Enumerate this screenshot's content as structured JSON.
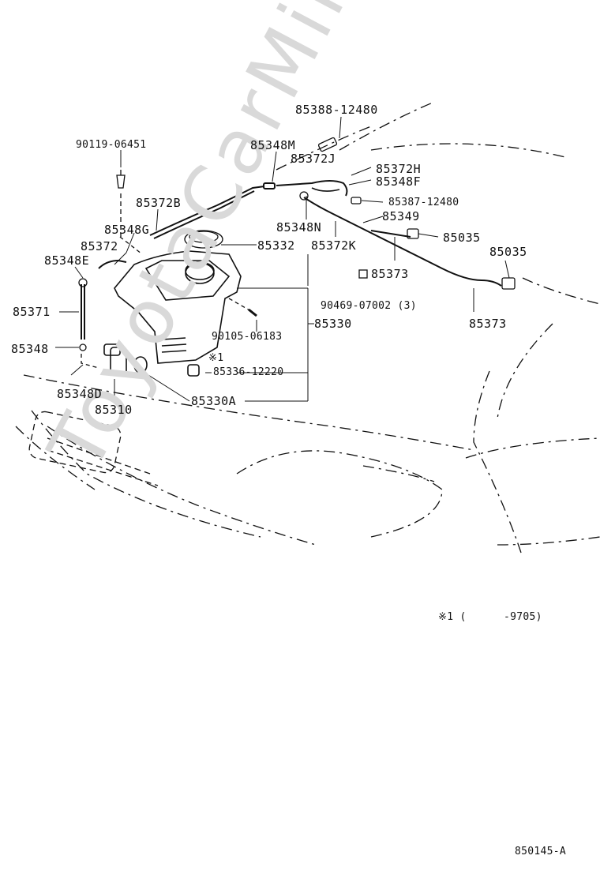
{
  "watermark": "ToyotaCarMine.ru",
  "labels": {
    "p85388": "85388-12480",
    "p90119": "90119-06451",
    "p85348M": "85348M",
    "p85372J": "85372J",
    "p85372H": "85372H",
    "p85348F": "85348F",
    "p85372B": "85372B",
    "p85387": "85387-12480",
    "p85348N": "85348N",
    "p85349": "85349",
    "p85348G": "85348G",
    "p85035a": "85035",
    "p85372": "85372",
    "p85332": "85332",
    "p85372K": "85372K",
    "p85035b": "85035",
    "p85348E": "85348E",
    "p85373a": "85373",
    "p85371": "85371",
    "p90469": "90469-07002 (3)",
    "p90105": "90105-06183",
    "p85330": "85330",
    "p85373b": "85373",
    "p85348": "85348",
    "note1": "※1",
    "p85336": "85336-12220",
    "p85348D": "85348D",
    "p85330A": "85330A",
    "p85310": "85310",
    "footnote_mark": "※1 (",
    "footnote_range": "-9705)",
    "diagram_id": "850145-A"
  }
}
